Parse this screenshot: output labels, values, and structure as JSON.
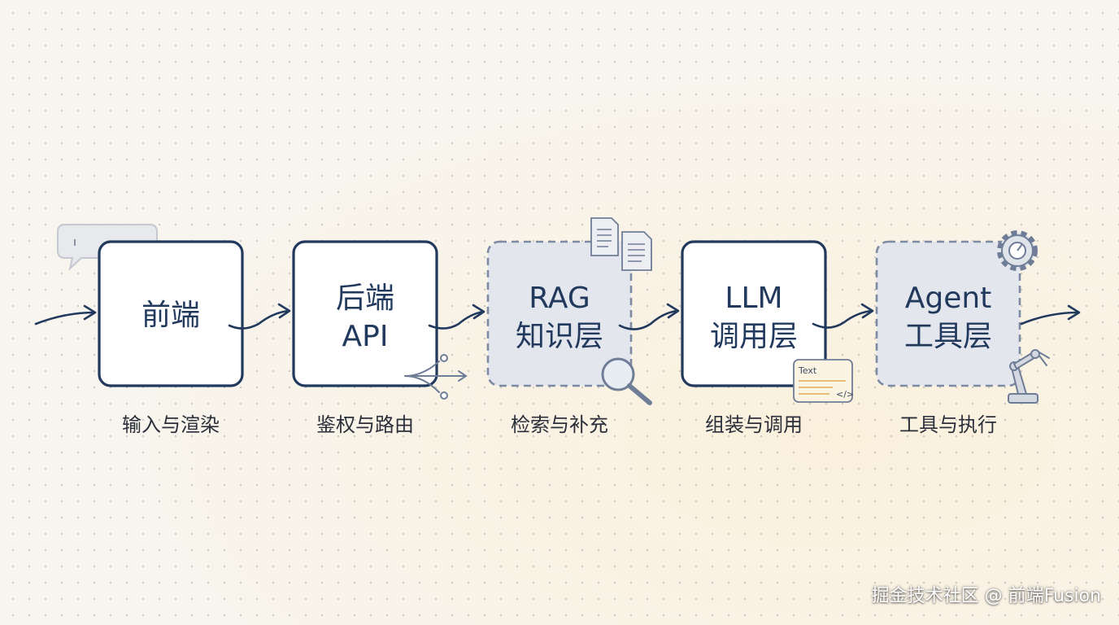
{
  "colors": {
    "background": "#f8f5ee",
    "stroke": "#22395e",
    "box_fill_solid": "#ffffff",
    "box_fill_dashed": "#e3e6ed",
    "caption_text": "#2a2f3a"
  },
  "stages": [
    {
      "title_lines": [
        "前端"
      ],
      "caption": "输入与渲染",
      "style": "solid",
      "icon": "chat-bubble-icon"
    },
    {
      "title_lines": [
        "后端",
        "API"
      ],
      "caption": "鉴权与路由",
      "style": "solid",
      "icon": "routing-arrows-icon"
    },
    {
      "title_lines": [
        "RAG",
        "知识层"
      ],
      "caption": "检索与补充",
      "style": "dashed",
      "icon": "documents-search-icon"
    },
    {
      "title_lines": [
        "LLM",
        "调用层"
      ],
      "caption": "组装与调用",
      "style": "solid",
      "icon": "code-window-icon"
    },
    {
      "title_lines": [
        "Agent",
        "工具层"
      ],
      "caption": "工具与执行",
      "style": "dashed",
      "icon": "gear-robot-arm-icon"
    }
  ],
  "icons": {
    "chat_bubble_cursor": "I",
    "code_window_label": "Text",
    "code_window_code": "</>"
  },
  "watermark": "掘金技术社区 @ 前端Fusion"
}
